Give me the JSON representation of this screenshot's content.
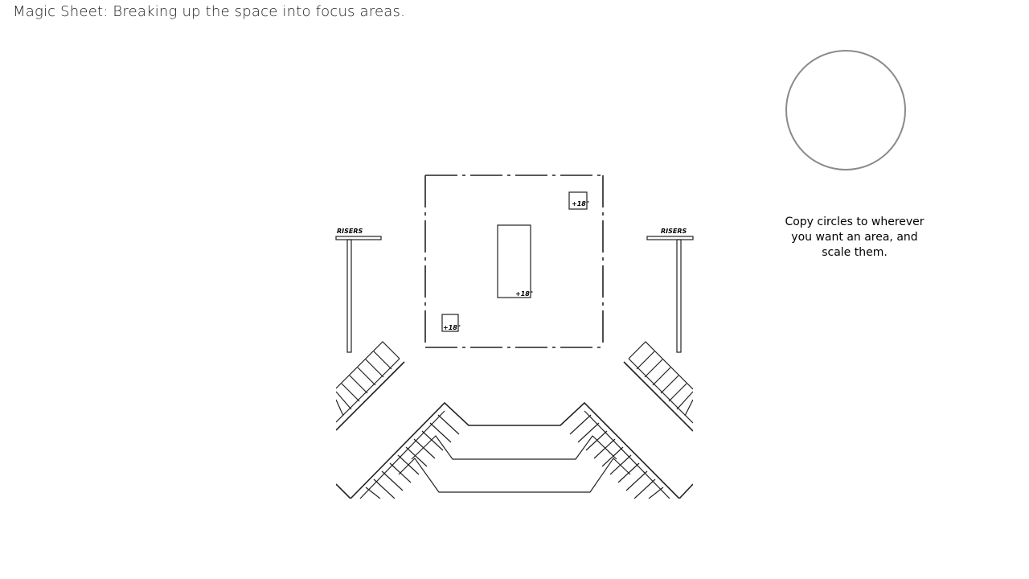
{
  "slide": {
    "title": "Magic Sheet: Breaking up the space into focus areas."
  },
  "instructions": {
    "text": "Copy circles to wherever you want an area, and scale them."
  },
  "plan": {
    "risers_left_label": "RISERS",
    "risers_right_label": "RISERS",
    "platform_label_top_right": "+18\"",
    "platform_label_center": "+18\"",
    "platform_label_bottom_left": "+18\""
  },
  "colors": {
    "circle_stroke": "#8a8a8a",
    "line": "#222222"
  }
}
